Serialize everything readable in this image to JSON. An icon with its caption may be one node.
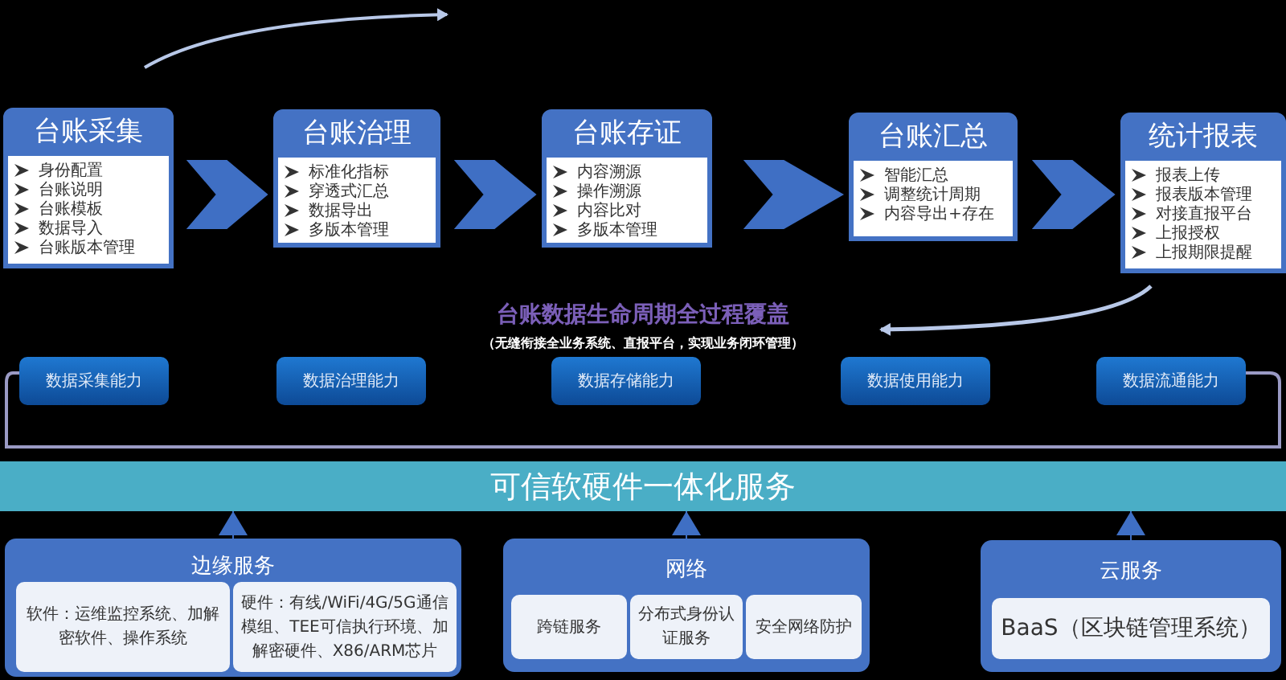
{
  "diagram": {
    "title": "台账数据生命周期全过程覆盖",
    "nodes": [
      {
        "text": [
          "台账采集",
          "身份配置",
          "台账说明",
          "台账模板",
          "数据导入",
          "台账版本管理"
        ]
      },
      {
        "text": [
          "台账治理",
          "标准化指标",
          "穿透式汇总",
          "数据导出",
          "多版本管理"
        ]
      },
      {
        "text": [
          "台账存证",
          "内容溯源",
          "操作溯源",
          "内容比对",
          "多版本管理"
        ]
      },
      {
        "text": [
          "台账汇总",
          "智能汇总",
          "调整统计周期",
          "内容导出+存在"
        ]
      },
      {
        "text": [
          "统计报表",
          "报表上传",
          "报表版本管理",
          "对接直报平台",
          "上报授权",
          "上报期限提醒"
        ]
      },
      {
        "text": [
          "数据采集能力"
        ]
      },
      {
        "text": [
          "数据治理能力"
        ]
      },
      {
        "text": [
          "数据存储能力"
        ]
      },
      {
        "text": [
          "数据使用能力"
        ]
      },
      {
        "text": [
          "数据流通能力"
        ]
      },
      {
        "text": [
          "可信软硬件一体化服务"
        ]
      },
      {
        "text": [
          "边缘服务"
        ]
      },
      {
        "text": [
          "软件：运维监控系统、加解密软件、操作系统"
        ],
        "in": 11
      },
      {
        "text": [
          "硬件：有线/WiFi/4G/5G通信模组、TEE可信执行环境、加解密硬件、X86/ARM芯片"
        ],
        "in": 11
      },
      {
        "text": [
          "网络"
        ]
      },
      {
        "text": [
          "跨链服务"
        ],
        "in": 14
      },
      {
        "text": [
          "分布式身份认证服务"
        ],
        "in": 14
      },
      {
        "text": [
          "安全网络防护"
        ],
        "in": 14
      },
      {
        "text": [
          "云服务"
        ]
      },
      {
        "text": [
          "BaaS（区块链管理系统）"
        ],
        "in": 18
      }
    ],
    "edges": [
      {
        "from": 0,
        "to": 1,
        "arrow": "to"
      },
      {
        "from": 1,
        "to": 2,
        "arrow": "to"
      },
      {
        "from": 2,
        "to": 3,
        "arrow": "to"
      },
      {
        "from": 3,
        "to": 4,
        "arrow": "to"
      },
      {
        "from": 11,
        "to": 10,
        "arrow": "to"
      },
      {
        "from": 14,
        "to": 10,
        "arrow": "to"
      },
      {
        "from": 18,
        "to": 10,
        "arrow": "to"
      }
    ],
    "labels": [
      "（无缝衔接全业务系统、直报平台，实现业务闭环管理）"
    ]
  }
}
